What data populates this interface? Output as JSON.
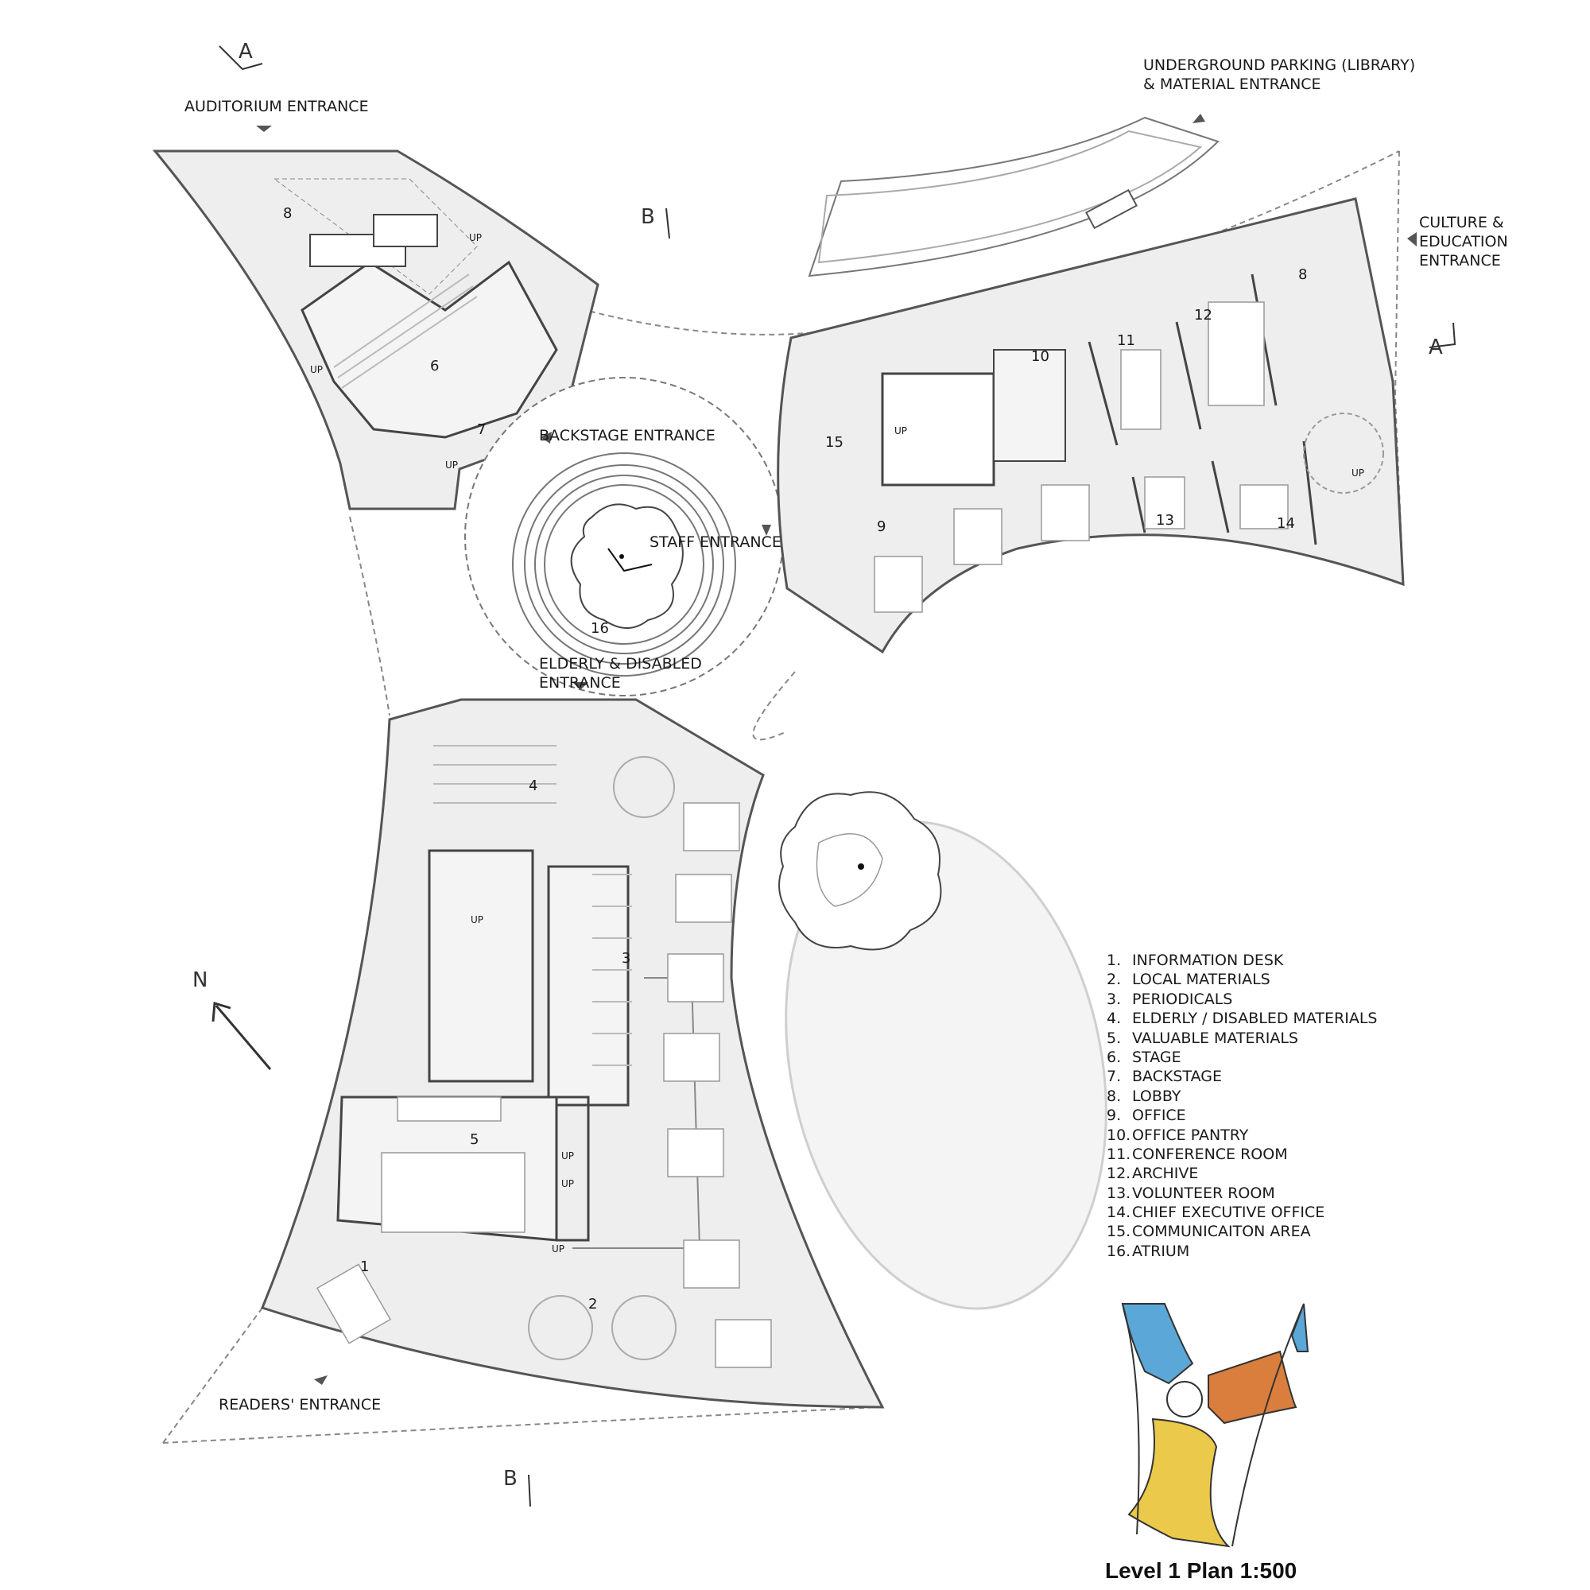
{
  "entrances": {
    "auditorium": "AUDITORIUM ENTRANCE",
    "parking_line1": "UNDERGROUND PARKING (LIBRARY)",
    "parking_line2": "& MATERIAL ENTRANCE",
    "culture_line1": "CULTURE &",
    "culture_line2": "EDUCATION",
    "culture_line3": "ENTRANCE",
    "backstage": "BACKSTAGE  ENTRANCE",
    "staff": "STAFF ENTRANCE",
    "elderly_line1": "ELDERLY & DISABLED",
    "elderly_line2": "ENTRANCE",
    "readers": "READERS' ENTRANCE"
  },
  "sections": {
    "a_top": "A",
    "a_right": "A",
    "b_top": "B",
    "b_bottom": "B"
  },
  "north": "N",
  "room_numbers": {
    "lobby_west": "8",
    "stage": "6",
    "backstage": "7",
    "atrium": "16",
    "pantry": "10",
    "conference": "11",
    "archive": "12",
    "lobby_east": "8",
    "communication": "15",
    "office": "9",
    "volunteer": "13",
    "chief": "14",
    "elderly": "4",
    "periodicals": "3",
    "valuable": "5",
    "info": "1",
    "local": "2"
  },
  "stairs": {
    "up": "UP"
  },
  "legend": [
    {
      "n": "1.",
      "label": "INFORMATION DESK"
    },
    {
      "n": "2.",
      "label": "LOCAL MATERIALS"
    },
    {
      "n": "3.",
      "label": "PERIODICALS"
    },
    {
      "n": "4.",
      "label": "ELDERLY / DISABLED MATERIALS"
    },
    {
      "n": "5.",
      "label": "VALUABLE MATERIALS"
    },
    {
      "n": "6.",
      "label": "STAGE"
    },
    {
      "n": "7.",
      "label": "BACKSTAGE"
    },
    {
      "n": "8.",
      "label": "LOBBY"
    },
    {
      "n": "9.",
      "label": "OFFICE"
    },
    {
      "n": "10.",
      "label": "OFFICE PANTRY"
    },
    {
      "n": "11.",
      "label": "CONFERENCE ROOM"
    },
    {
      "n": "12.",
      "label": "ARCHIVE"
    },
    {
      "n": "13.",
      "label": "VOLUNTEER ROOM"
    },
    {
      "n": "14.",
      "label": "CHIEF EXECUTIVE OFFICE"
    },
    {
      "n": "15.",
      "label": "COMMUNICAITON AREA"
    },
    {
      "n": "16.",
      "label": "ATRIUM"
    }
  ],
  "key_colors": {
    "blue": "#5aa7d8",
    "orange": "#d97e3c",
    "yellow": "#ebc94a"
  },
  "title": "Level 1 Plan  1:500"
}
